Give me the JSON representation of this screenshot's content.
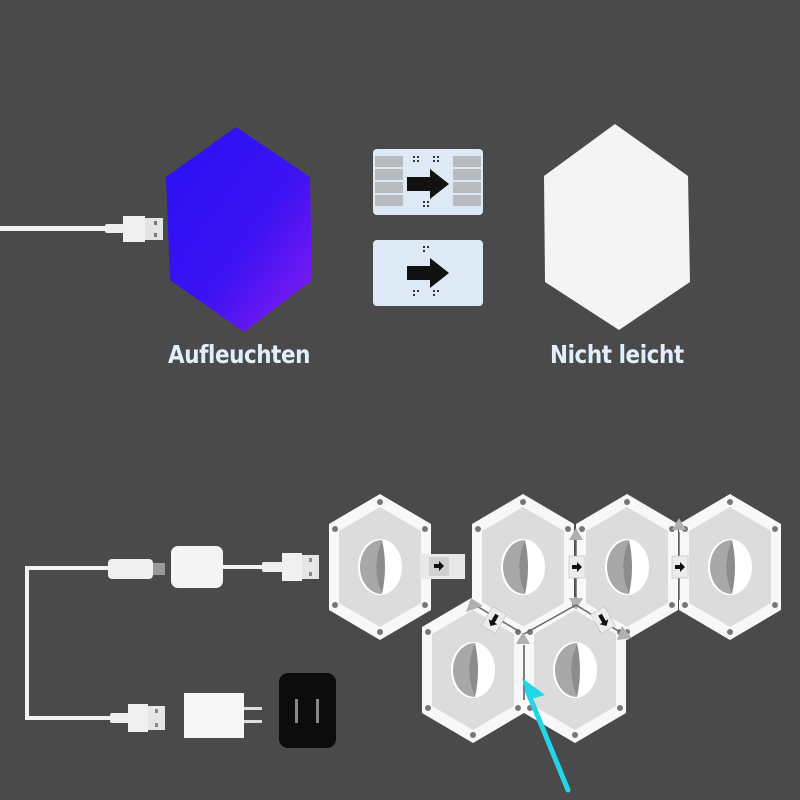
{
  "top_section": {
    "lit_panel": {
      "label": "Aufleuchten",
      "gradient_start": "#2a10f5",
      "gradient_end": "#8a1cf0"
    },
    "unlit_panel": {
      "label": "Nicht leicht",
      "color": "#f4f4f4"
    },
    "connectors": [
      {
        "name": "connector-board-large",
        "arrow": "right"
      },
      {
        "name": "connector-board-small",
        "arrow": "right"
      }
    ]
  },
  "bottom_section": {
    "hexagon_count": 6,
    "accent_arrow_color": "#22d6e8",
    "power_components": [
      "usb-cable",
      "controller-box",
      "usb-plug",
      "power-adapter",
      "wall-socket"
    ]
  },
  "colors": {
    "background": "#4a4a4a",
    "label_text": "#e2eef9"
  }
}
